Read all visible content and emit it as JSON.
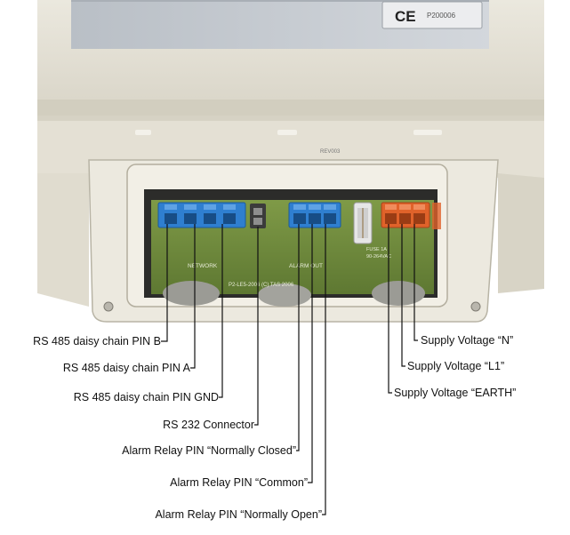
{
  "device": {
    "label_top_line1": "",
    "label_top_line2": "",
    "ce_mark": "CE",
    "cert_code": "P200006",
    "board_silk": {
      "network": "NETWORK",
      "alarm_out": "ALARM OUT",
      "pcb_id": "P2-LE5-2006 (C) TAS 2006",
      "fuse": "FUSE 1A",
      "supply_range": "90-264VAC"
    }
  },
  "callouts": {
    "rs485_b": "RS 485 daisy chain PIN B",
    "rs485_a": "RS 485 daisy chain PIN A",
    "rs485_gnd": "RS 485 daisy chain PIN GND",
    "rs232": "RS 232 Connector",
    "alarm_nc": "Alarm Relay PIN “Normally Closed”",
    "alarm_com": "Alarm Relay PIN “Common”",
    "alarm_no": "Alarm Relay PIN “Normally Open”",
    "supply_n": "Supply Voltage “N”",
    "supply_l1": "Supply Voltage “L1”",
    "supply_earth": "Supply Voltage “EARTH”"
  },
  "colors": {
    "housing": "#e6e3d8",
    "housing_shadow": "#c9c5b6",
    "label_plate": "#c7ccd2",
    "pcb": "#6f8a3c",
    "blue_terminal": "#2f7fd0",
    "orange_terminal": "#e0622a"
  }
}
